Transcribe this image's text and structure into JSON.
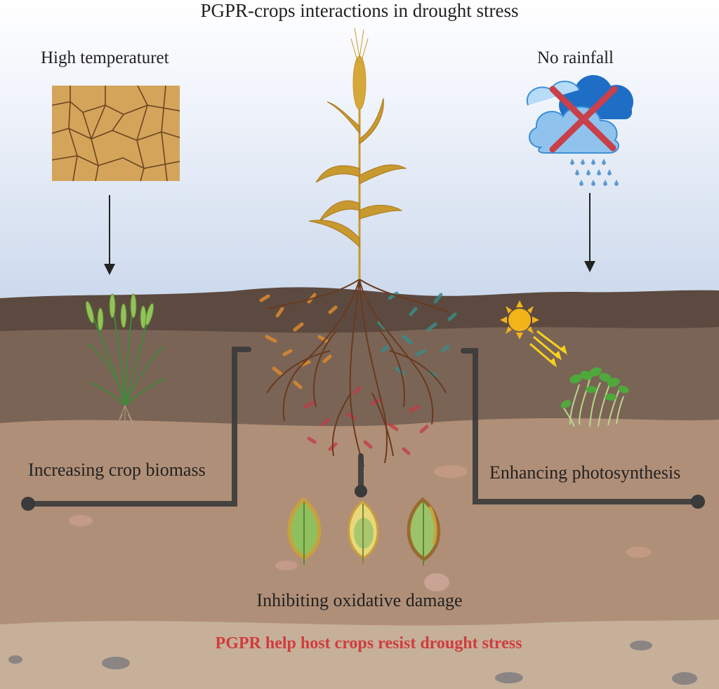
{
  "title": "PGPR-crops interactions in drought stress",
  "stress_factors": {
    "left": {
      "label": "High temperaturet",
      "image": "cracked-dry-soil"
    },
    "right": {
      "label": "No rainfall",
      "icon": "crossed-out-rain-cloud-icon"
    }
  },
  "effects": {
    "left": "Increasing crop biomass",
    "right": "Enhancing photosynthesis",
    "bottom": "Inhibiting oxidative damage"
  },
  "conclusion": "PGPR help host crops resist drought stress",
  "colors": {
    "sky_top": "#ffffff",
    "sky_bottom": "#c6d5ea",
    "topsoil": "#5c4a40",
    "midsoil": "#7a6456",
    "subsoil": "#b08f78",
    "bottom_band": "#c6b09a",
    "connector_line": "#3a3a3a",
    "conclusion_text": "#d13c3c",
    "cross": "#c8404a",
    "rain": "#5b9ad5",
    "sun": "#f2b418"
  },
  "icons": [
    "wheat-plant-icon",
    "grass-plant-icon",
    "seedling-icon",
    "sun-icon",
    "leaf-healthy-icon",
    "leaf-yellowing-icon",
    "leaf-damaged-icon",
    "down-arrow-icon"
  ]
}
